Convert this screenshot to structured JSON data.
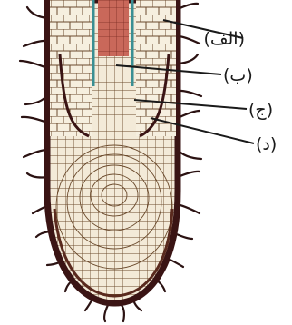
{
  "diagram": {
    "labels": [
      {
        "id": "a",
        "text": "(الف)"
      },
      {
        "id": "b",
        "text": "(ب)"
      },
      {
        "id": "c",
        "text": "(ج)"
      },
      {
        "id": "d",
        "text": "(د)"
      }
    ],
    "colors": {
      "outline": "#3a1414",
      "hairs": "#2b1212",
      "cell_fill": "#f3ead8",
      "cell_line": "#6b4a2c",
      "vascular": "#b9574a",
      "pericycle": "#3a8f93",
      "background": "#ffffff"
    }
  }
}
